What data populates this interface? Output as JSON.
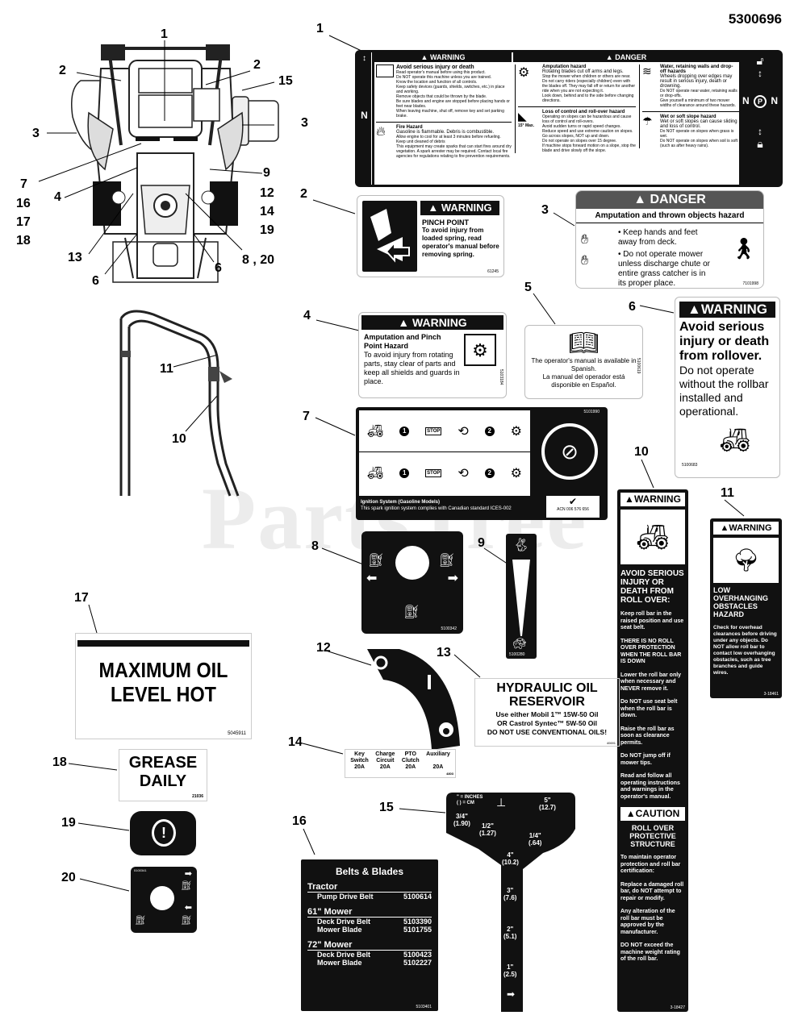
{
  "part_number": "5300696",
  "watermark": "PartsTree",
  "callouts": {
    "n1": "1",
    "n2": "2",
    "n3": "3",
    "n4": "4",
    "n5": "5",
    "n6": "6",
    "n7": "7",
    "n8": "8",
    "n8_20": "8 , 20",
    "n9": "9",
    "n10": "10",
    "n11": "11",
    "n12": "12",
    "n13": "13",
    "n14": "14",
    "n15": "15",
    "n16": "16",
    "n17": "17",
    "n18": "18",
    "n19": "19",
    "n20": "20"
  },
  "decal1": {
    "warning_header": "WARNING",
    "danger_header": "DANGER",
    "avoid_title": "Avoid serious injury or death",
    "avoid_lines": [
      "Read operator's manual before using this product.",
      "Do NOT operate this machine unless you are trained.",
      "Know the location and function of all controls.",
      "Keep safety devices (guards, shields, switches, etc.) in place and working.",
      "Remove objects that could be thrown by the blade.",
      "Be sure blades and engine are stopped before placing hands or feet near blades.",
      "When leaving machine, shut off, remove key and set parking brake."
    ],
    "fire_title": "Fire Hazard",
    "fire_text": "Gasoline is flammable. Debris is combustible.",
    "fire_lines": [
      "Allow engine to cool for at least 3 minutes before refueling.",
      "Keep unit cleaned of debris",
      "This equipment may create sparks that can start fires around dry vegetation. A spark arrester may be required. Contact local fire agencies for regulations relating to fire prevention requirements."
    ],
    "amp_title": "Amputation hazard",
    "amp_text": "Rotating blades cut off arms and legs.",
    "amp_lines": [
      "Stop the mower when children or others are near.",
      "Do not carry riders (especially children) even with the blades off. They may fall off or return for another ride when you are not expecting it.",
      "Look down, behind and to the side before changing directions."
    ],
    "loss_title": "Loss of control and roll-over hazard",
    "loss_text": "Operating on slopes can be hazardous and cause loss of control and roll-overs.",
    "loss_lines": [
      "Avoid sudden turns or rapid speed changes.",
      "Reduce speed and use extreme caution on slopes.",
      "Go across slopes, NOT up and down.",
      "Do not operate on slopes over 15 degree.",
      "If machine stops forward motion on a slope, stop the blade and drive slowly off the slope."
    ],
    "max_angle": "15° Max.",
    "water_title": "Water, retaining walls and drop-off hazards",
    "water_text": "Wheels dropping over edges may result in serious injury, death or drowning.",
    "water_lines": [
      "Do NOT operate near water, retaining walls or drop-offs.",
      "Give yourself a minimum of two mower widths of clearance around these hazards."
    ],
    "wet_title": "Wet or soft slope hazard",
    "wet_text": "Wet or soft slopes can cause sliding and loss of control.",
    "wet_lines": [
      "Do NOT operate on slopes when grass is wet.",
      "Do NOT operate on slopes when soil is soft (such as after heavy rains)."
    ],
    "side_n": "N",
    "side_p": "P"
  },
  "decal2": {
    "header": "WARNING",
    "title": "PINCH POINT",
    "text": "To avoid injury from loaded spring, read operator's manual before removing spring.",
    "code": "61245"
  },
  "decal3": {
    "header": "DANGER",
    "subtitle": "Amputation and thrown objects hazard",
    "bullet1": "Keep hands and feet away from deck.",
    "bullet2": "Do not operate mower unless discharge chute or entire grass catcher is in its proper place.",
    "code": "7101998"
  },
  "decal4": {
    "header": "WARNING",
    "title": "Amputation and Pinch Point Hazard",
    "text": "To avoid injury from rotating parts, stay clear of parts and keep all shields and guards in place.",
    "code": "5103184"
  },
  "decal5": {
    "text1": "The operator's manual is available in Spanish.",
    "text2": "La manual del operador está disponible en Español.",
    "code": "5100619"
  },
  "decal6": {
    "header": "WARNING",
    "title": "Avoid serious injury or death from rollover.",
    "text": "Do not operate without the rollbar installed and operational.",
    "code": "5100683"
  },
  "decal7": {
    "code": "5101990",
    "stop": "STOP",
    "step1": "1",
    "step2": "2",
    "ignition_title": "Ignition System (Gasoline Models)",
    "ignition_text": "This spark ignition system complies with Canadian standard ICES-002",
    "acn": "ACN 006 576 656"
  },
  "decal8": {
    "code": "5100342"
  },
  "decal9": {
    "code": "5100280"
  },
  "decal10": {
    "header": "WARNING",
    "title": "AVOID SERIOUS INJURY OR DEATH FROM ROLL OVER:",
    "paras": [
      "Keep roll bar in the raised position and use seat belt.",
      "THERE IS NO ROLL OVER PROTECTION WHEN THE ROLL BAR IS DOWN",
      "Lower the roll bar only when necessary and NEVER remove it.",
      "Do NOT use seat belt when the roll bar is down.",
      "Raise the roll bar as soon as clearance permits.",
      "Do NOT jump off if mower tips.",
      "Read and follow all operating instructions and warnings in the operator's manual."
    ],
    "caution_header": "CAUTION",
    "caution_title": "ROLL OVER PROTECTIVE STRUCTURE",
    "caution_paras": [
      "To maintain operator protection and roll bar certification:",
      "Replace a damaged roll bar, do NOT attempt to repair or modify.",
      "Any alteration of the roll bar must be approved by the manufacturer.",
      "DO NOT exceed the machine weight rating of the roll bar."
    ],
    "code": "3-18427"
  },
  "decal11": {
    "header": "WARNING",
    "title": "LOW OVERHANGING OBSTACLES HAZARD",
    "text": "Check for overhead clearances before driving under any objects. Do NOT allow roll bar to contact low overhanging obstacles, such as tree branches and guide wires.",
    "code": "3-18461"
  },
  "decal13": {
    "title": "HYDRAULIC OIL RESERVOIR",
    "line1": "Use either Mobil 1™ 15W-50 Oil",
    "line2": "OR Castrol Syntec™ 5W-50 Oil",
    "line3": "DO NOT USE CONVENTIONAL OILS!",
    "code": "40691"
  },
  "decal14": {
    "columns": [
      {
        "l1": "Key",
        "l2": "Switch",
        "l3": "20A"
      },
      {
        "l1": "Charge",
        "l2": "Circuit",
        "l3": "20A"
      },
      {
        "l1": "PTO",
        "l2": "Clutch",
        "l3": "20A"
      },
      {
        "l1": "Auxiliary",
        "l2": "",
        "l3": "20A"
      }
    ],
    "code": "4803"
  },
  "decal15": {
    "legend1": "\" = INCHES",
    "legend2": "( ) = CM",
    "marks": [
      {
        "in": "5\"",
        "cm": "(12.7)"
      },
      {
        "in": "3/4\"",
        "cm": "(1.90)"
      },
      {
        "in": "1/2\"",
        "cm": "(1.27)"
      },
      {
        "in": "1/4\"",
        "cm": "(.64)"
      },
      {
        "in": "4\"",
        "cm": "(10.2)"
      },
      {
        "in": "3\"",
        "cm": "(7.6)"
      },
      {
        "in": "2\"",
        "cm": "(5.1)"
      },
      {
        "in": "1\"",
        "cm": "(2.5)"
      }
    ]
  },
  "decal16": {
    "title": "Belts & Blades",
    "sections": [
      {
        "heading": "Tractor",
        "rows": [
          {
            "name": "Pump Drive Belt",
            "part": "5100614"
          }
        ]
      },
      {
        "heading": "61\" Mower",
        "rows": [
          {
            "name": "Deck Drive Belt",
            "part": "5103390"
          },
          {
            "name": "Mower Blade",
            "part": "5101755"
          }
        ]
      },
      {
        "heading": "72\" Mower",
        "rows": [
          {
            "name": "Deck Drive Belt",
            "part": "5100423"
          },
          {
            "name": "Mower Blade",
            "part": "5102227"
          }
        ]
      }
    ],
    "code": "5103401"
  },
  "decal17": {
    "line1": "MAXIMUM OIL",
    "line2": "LEVEL HOT",
    "code": "5045911"
  },
  "decal18": {
    "line1": "GREASE",
    "line2": "DAILY",
    "code": "21036"
  },
  "decal20": {
    "code": "5100341"
  }
}
